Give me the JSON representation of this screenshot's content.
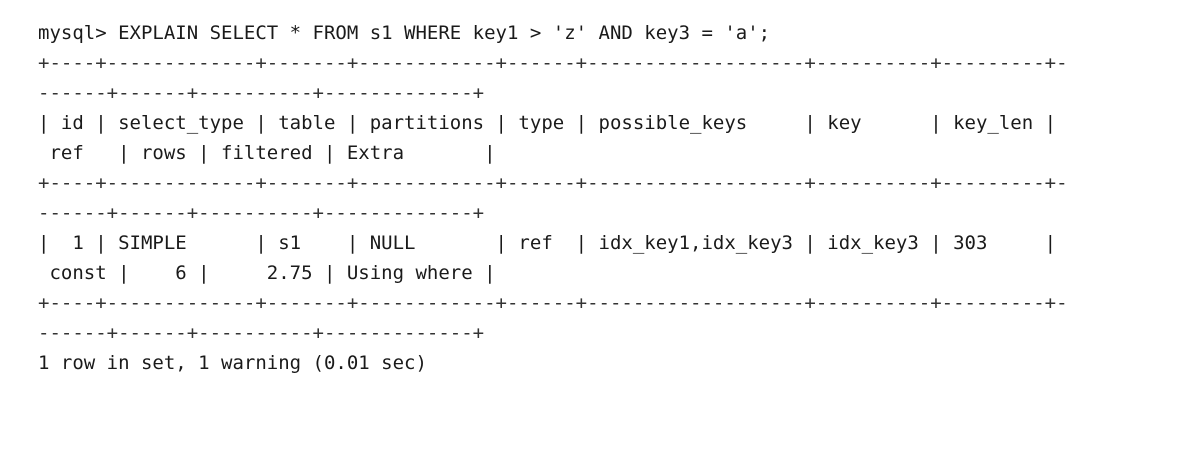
{
  "terminal": {
    "command": "mysql> EXPLAIN SELECT * FROM s1 WHERE key1 > 'z' AND key3 = 'a';",
    "border_line_1": "+----+-------------+-------+------------+------+-------------------+----------+---------+-",
    "border_line_2": "------+------+----------+-------------+",
    "header_line_1": "| id | select_type | table | partitions | type | possible_keys     | key      | key_len |",
    "header_line_2": " ref   | rows | filtered | Extra       |",
    "row_line_1": "|  1 | SIMPLE      | s1    | NULL       | ref  | idx_key1,idx_key3 | idx_key3 | 303     |",
    "row_line_2": " const |    6 |     2.75 | Using where |",
    "result_summary": "1 row in set, 1 warning (0.01 sec)"
  },
  "explain_result": {
    "columns": [
      "id",
      "select_type",
      "table",
      "partitions",
      "type",
      "possible_keys",
      "key",
      "key_len",
      "ref",
      "rows",
      "filtered",
      "Extra"
    ],
    "rows": [
      [
        "1",
        "SIMPLE",
        "s1",
        "NULL",
        "ref",
        "idx_key1,idx_key3",
        "idx_key3",
        "303",
        "const",
        "6",
        "2.75",
        "Using where"
      ]
    ]
  }
}
